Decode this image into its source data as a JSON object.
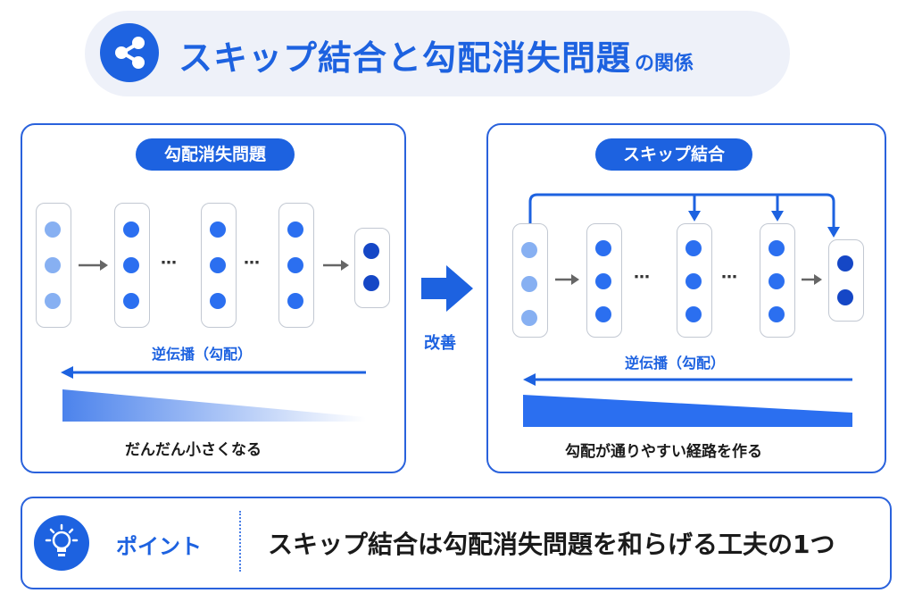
{
  "title": {
    "main": "スキップ結合と勾配消失問題",
    "sub": "の関係",
    "icon": "share-icon"
  },
  "left_panel": {
    "label": "勾配消失問題",
    "backprop_label": "逆伝播（勾配）",
    "caption": "だんだん小さくなる"
  },
  "middle": {
    "label": "改善",
    "icon": "right-arrow-icon"
  },
  "right_panel": {
    "label": "スキップ結合",
    "backprop_label": "逆伝播（勾配）",
    "caption": "勾配が通りやすい経路を作る"
  },
  "bottom": {
    "icon": "lightbulb-icon",
    "label": "ポイント",
    "text": "スキップ結合は勾配消失問題を和らげる工夫の1つ"
  },
  "colors": {
    "accent": "#1d62e0",
    "node_light": "#87b0f2",
    "node_mid": "#2b6ff0",
    "node_dark": "#1547c6",
    "title_bg": "#eef1f9"
  }
}
